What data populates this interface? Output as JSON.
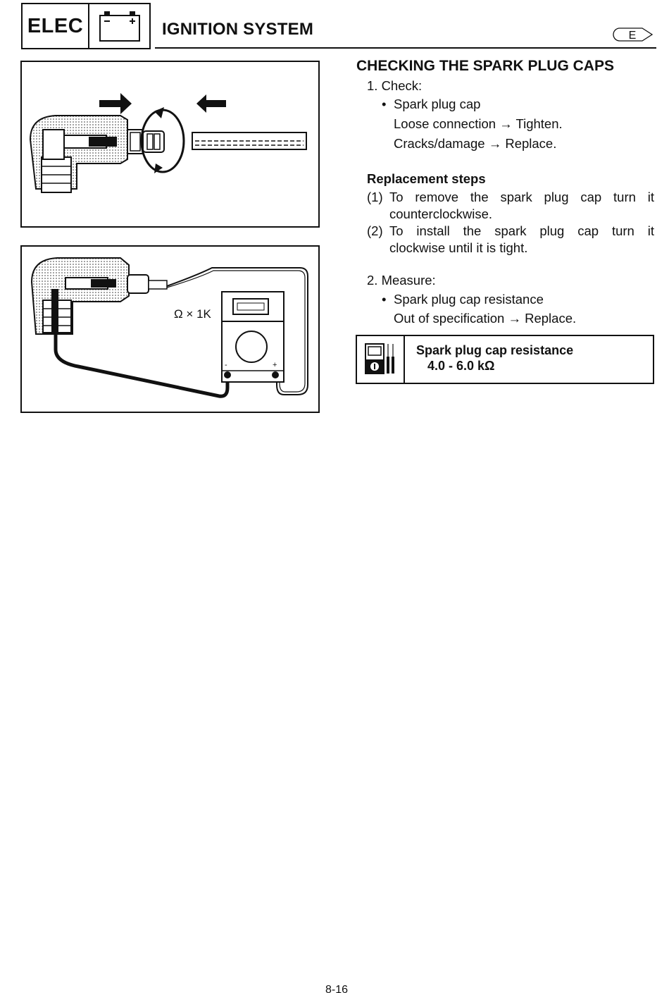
{
  "header": {
    "section_code": "ELEC",
    "battery_icon": "battery-icon",
    "title": "IGNITION SYSTEM",
    "language_badge": "E"
  },
  "figure_bottom": {
    "meter_label": "Ω × 1K",
    "minus_sign": "-",
    "plus_sign": "+"
  },
  "section": {
    "title": "CHECKING THE SPARK PLUG CAPS",
    "step1": {
      "label": "1. Check:",
      "bullet": "•",
      "item": "Spark plug cap",
      "line1": "Loose connection → Tighten.",
      "line2": "Cracks/damage → Replace."
    },
    "replacement": {
      "heading": "Replacement steps",
      "s1_num": "(1)",
      "s1_line1": "To remove the spark plug cap turn it",
      "s1_line2": "counterclockwise.",
      "s2_num": "(2)",
      "s2_line1": "To install the spark plug cap turn it",
      "s2_line2": "clockwise until it is tight."
    },
    "step2": {
      "label": "2. Measure:",
      "bullet": "•",
      "item": "Spark plug cap resistance",
      "line1": "Out of specification → Replace."
    }
  },
  "spec": {
    "icon": "multimeter-spec-icon",
    "title": "Spark plug cap resistance",
    "value": "4.0 - 6.0 kΩ"
  },
  "footer": {
    "page_number": "8-16"
  }
}
